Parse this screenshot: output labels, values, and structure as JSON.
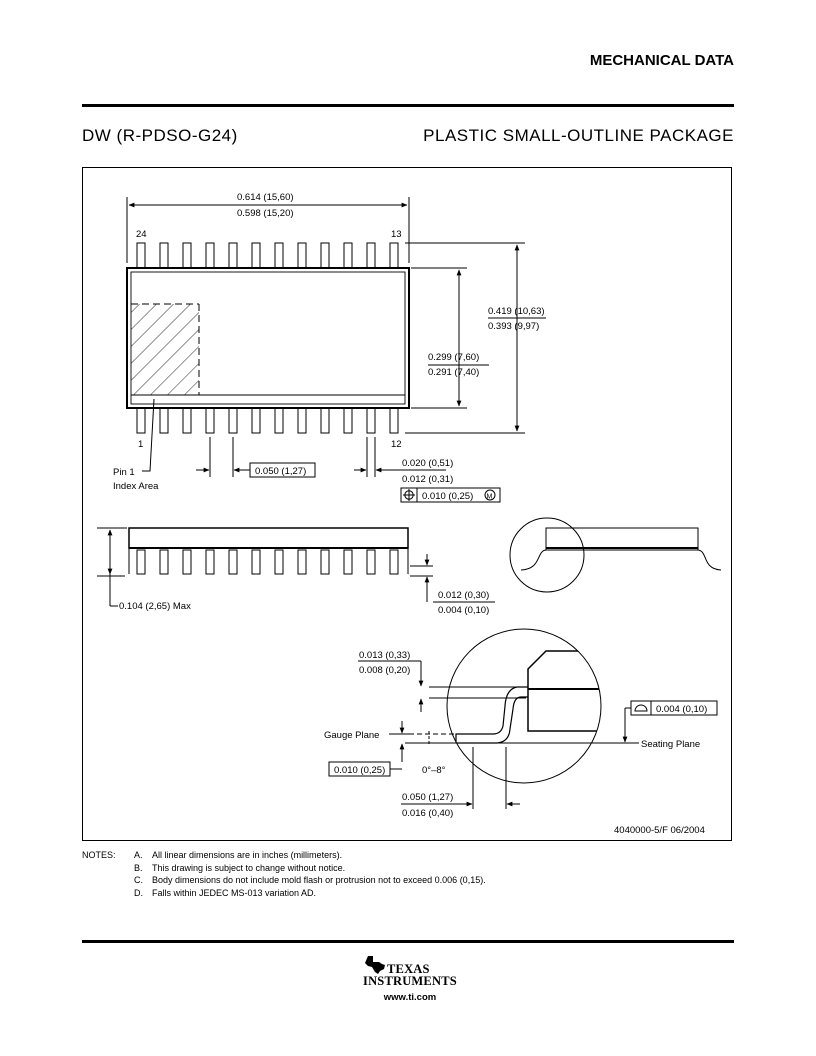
{
  "header": {
    "section_title": "MECHANICAL DATA",
    "package_code": "DW (R-PDSO-G24)",
    "package_name": "PLASTIC SMALL-OUTLINE PACKAGE"
  },
  "drawing": {
    "top_view": {
      "length_max": "0.614 (15,60)",
      "length_min": "0.598 (15,20)",
      "pin_24": "24",
      "pin_13": "13",
      "pin_1": "1",
      "pin_12": "12",
      "overall_width_max": "0.419 (10,63)",
      "overall_width_min": "0.393 (9,97)",
      "body_width_max": "0.299 (7,60)",
      "body_width_min": "0.291 (7,40)",
      "pin1_label_line1": "Pin 1",
      "pin1_label_line2": "Index Area",
      "pitch": "0.050 (1,27)",
      "lead_width_max": "0.020 (0,51)",
      "lead_width_min": "0.012 (0,31)",
      "position_tolerance": "0.010 (0,25)",
      "position_modifier": "M"
    },
    "side_view": {
      "height_max": "0.104 (2,65) Max",
      "standoff_max": "0.012 (0,30)",
      "standoff_min": "0.004 (0,10)"
    },
    "detail_view": {
      "lead_thickness_max": "0.013 (0,33)",
      "lead_thickness_min": "0.008 (0,20)",
      "gauge_plane": "Gauge Plane",
      "gauge_distance": "0.010 (0,25)",
      "angle": "0°–8°",
      "seating_plane": "Seating Plane",
      "coplanarity": "0.004 (0,10)",
      "foot_length_max": "0.050 (1,27)",
      "foot_length_min": "0.016 (0,40)"
    },
    "drawing_id": "4040000-5/F 06/2004"
  },
  "notes": {
    "label": "NOTES:",
    "items": [
      {
        "letter": "A.",
        "text": "All linear dimensions are in inches (millimeters)."
      },
      {
        "letter": "B.",
        "text": "This drawing is subject to change without notice."
      },
      {
        "letter": "C.",
        "text": "Body dimensions do not include mold flash or protrusion not to exceed 0.006 (0,15)."
      },
      {
        "letter": "D.",
        "text": "Falls within JEDEC MS-013 variation AD."
      }
    ]
  },
  "footer": {
    "logo_line1": "TEXAS",
    "logo_line2": "INSTRUMENTS",
    "website": "www.ti.com",
    "logo_icon": "texas-state-icon"
  }
}
